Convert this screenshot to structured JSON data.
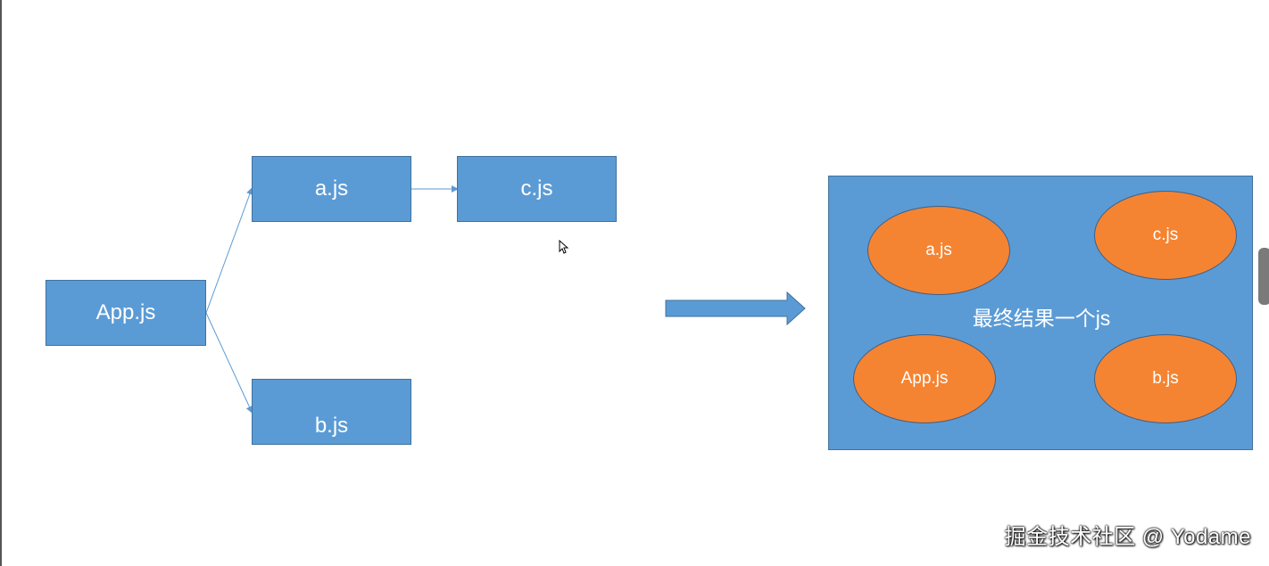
{
  "diagram": {
    "nodes": {
      "app": "App.js",
      "a": "a.js",
      "b": "b.js",
      "c": "c.js"
    },
    "result": {
      "label": "最终结果一个js",
      "ellipses": {
        "a": "a.js",
        "c": "c.js",
        "app": "App.js",
        "b": "b.js"
      }
    }
  },
  "colors": {
    "box_fill": "#5b9bd5",
    "ellipse_fill": "#f58432",
    "connector": "#5b9bd5"
  },
  "watermark": "掘金技术社区 @ Yodame"
}
